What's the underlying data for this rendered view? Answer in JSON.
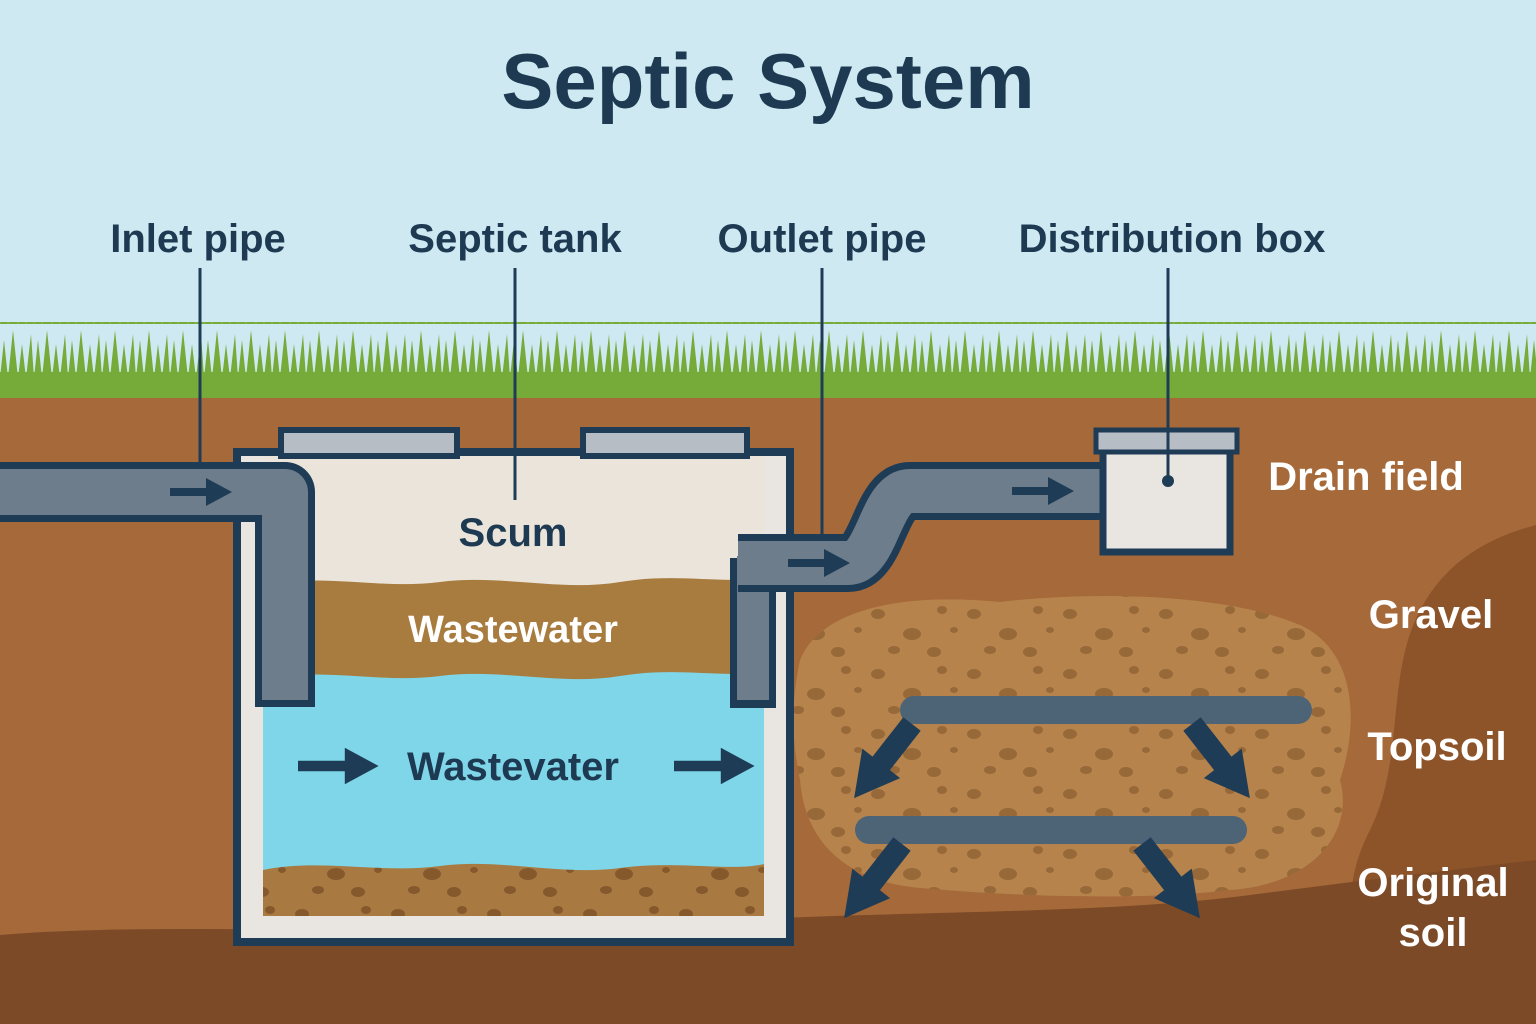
{
  "title": "Septic System",
  "callouts": {
    "inlet": "Inlet pipe",
    "tank": "Septic tank",
    "outlet": "Outlet pipe",
    "distribution": "Distribution box"
  },
  "tank_layers": {
    "scum": "Scum",
    "wastewater": "Wastewater",
    "liquid": "Wastevater"
  },
  "ground_labels": {
    "drain_field": "Drain field",
    "gravel": "Gravel",
    "topsoil": "Topsoil",
    "original_line1": "Original",
    "original_line2": "soil"
  },
  "icons": {
    "flow_arrow": "right-arrow",
    "drain_arrow": "diagonal-down-arrow"
  },
  "colors": {
    "sky": "#cfe9f2",
    "grass": "#76ab3a",
    "soil": "#a6693a",
    "soil_dark_bottom": "#7c4a26",
    "soil_dark_right": "#8d5429",
    "gravel_patch": "#b5834b",
    "speckle": "#7e5128",
    "navy": "#1e3c56",
    "title_navy": "#1d3a52",
    "pipe_gray": "#6e7d8c",
    "drain_pipe": "#4d6477",
    "tank_wall": "#e9e6e1",
    "lid_gray": "#b6bdc4",
    "scum": "#eae4da",
    "wastewater_brown": "#a87c3e",
    "water_blue": "#7fd6e8",
    "sludge": "#a87a42",
    "label_white": "#ffffff"
  }
}
